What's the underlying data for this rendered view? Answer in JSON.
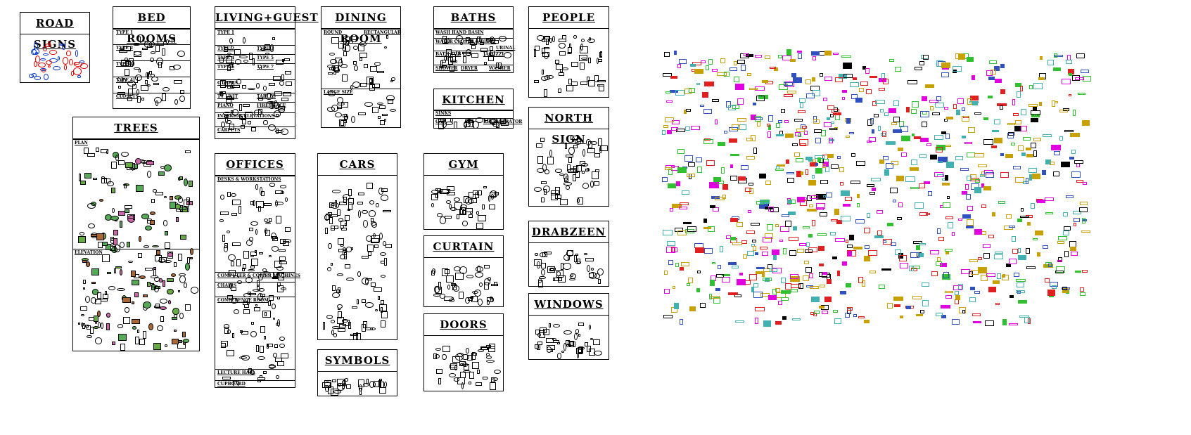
{
  "panels": [
    {
      "id": "road-signs",
      "title": "ROAD SIGNS",
      "subs": []
    },
    {
      "id": "bed-rooms",
      "title": "BED ROOMS",
      "subs": [
        "TYPE 1",
        "TYPE 2",
        "TYPE 3",
        "TYPE 4",
        "CLOSETS"
      ]
    },
    {
      "id": "living-guest",
      "title": "LIVING+GUEST",
      "subs": [
        "TYPE 1",
        "TYPE 2",
        "TYPE 3",
        "TYPE 4",
        "TYPE 5",
        "TYPE 6",
        "TYPE 7",
        "OTHERS",
        "TV UNIT",
        "TABLES",
        "PIANO",
        "FIRE PLACE",
        "INTERIOR ELEVATIONS",
        "CARPETS"
      ]
    },
    {
      "id": "dining-room",
      "title": "DINING ROOM",
      "subs": [
        "ROUND",
        "RECTANGULAR",
        "LARGE SIZE"
      ]
    },
    {
      "id": "baths",
      "title": "BATHS",
      "subs": [
        "WASH HAND BASIN",
        "WATER CLOSET & BIDET",
        "URINAL",
        "BATH TUB",
        "JACUZZI",
        "SHOWER",
        "DRYER",
        "WASHER"
      ]
    },
    {
      "id": "kitchen",
      "title": "KITCHEN",
      "subs": [
        "SINKS",
        "GAS",
        "REFRIGERATOR"
      ]
    },
    {
      "id": "people",
      "title": "PEOPLE",
      "subs": []
    },
    {
      "id": "north-sign",
      "title": "NORTH SIGN",
      "subs": []
    },
    {
      "id": "trees",
      "title": "TREES",
      "subs": [
        "PLAN",
        "ELEVATION"
      ]
    },
    {
      "id": "offices",
      "title": "OFFICES",
      "subs": [
        "DESKS & WORKSTATIONS",
        "COMPUTER & COPIER MACHINES",
        "CHAIRS",
        "CONFERENCE ROOM",
        "LECTURE HALL",
        "CUPBOARD"
      ]
    },
    {
      "id": "cars",
      "title": "CARS",
      "subs": []
    },
    {
      "id": "symbols",
      "title": "SYMBOLS",
      "subs": []
    },
    {
      "id": "gym",
      "title": "GYM",
      "subs": []
    },
    {
      "id": "curtain",
      "title": "CURTAIN",
      "subs": []
    },
    {
      "id": "doors",
      "title": "DOORS",
      "subs": []
    },
    {
      "id": "drabzeen",
      "title": "DRABZEEN",
      "subs": []
    },
    {
      "id": "windows",
      "title": "WINDOWS",
      "subs": []
    }
  ],
  "colors": {
    "line": "#000000",
    "magenta": "#e000e0",
    "yellow": "#c8a000",
    "cyan": "#40b0b0",
    "green": "#30c030",
    "red": "#e02020",
    "blue": "#3050c0"
  }
}
